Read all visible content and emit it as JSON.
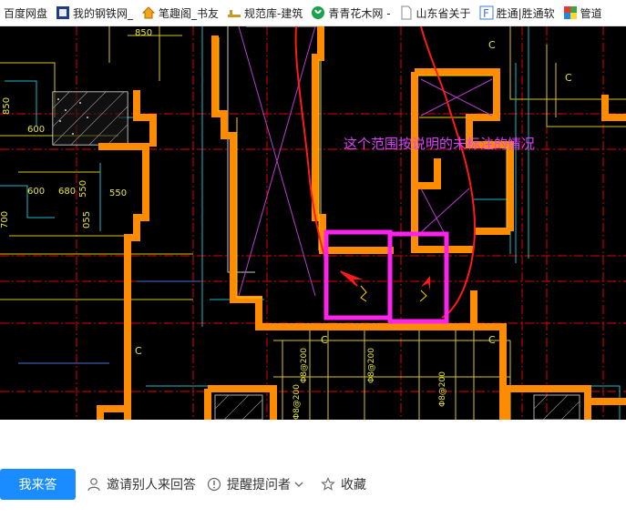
{
  "bookmarks": [
    {
      "label": "百度网盘",
      "icon": "baidu-netdisk-icon"
    },
    {
      "label": "我的钢铁网_",
      "icon": "steel-site-icon"
    },
    {
      "label": "笔趣阁_书友",
      "icon": "home-icon"
    },
    {
      "label": "规范库-建筑",
      "icon": "standard-lib-icon"
    },
    {
      "label": "青青花木网 -",
      "icon": "tree-icon"
    },
    {
      "label": "山东省关于",
      "icon": "page-icon"
    },
    {
      "label": "胜通|胜通软",
      "icon": "f-icon"
    },
    {
      "label": "管道",
      "icon": "colorful-icon"
    }
  ],
  "drawing": {
    "annotation": "这个范围按说明的未标注的情况",
    "dims": {
      "d850": "850",
      "d600a": "600",
      "d850b": "850",
      "d550a": "550",
      "d600b": "600",
      "d680": "680",
      "d550b": "550",
      "d055": "055",
      "d700": "700"
    },
    "grid_letters": {
      "c1": "C",
      "c2": "C",
      "c3": "C",
      "c4": "C",
      "c5": "C"
    },
    "rebar": {
      "r1": "Φ8@200",
      "r2": "Φ8@200",
      "r3": "Φ8@200",
      "r4": "Φ8@200"
    },
    "colors": {
      "wall": "#ff8c00",
      "highlight": "#ff22ee",
      "markup": "#ff1a1a",
      "grid": "#e60000",
      "text_magenta": "#e040fb"
    }
  },
  "actions": {
    "answer": "我来答",
    "invite": "邀请别人来回答",
    "remind": "提醒提问者",
    "favorite": "收藏"
  }
}
